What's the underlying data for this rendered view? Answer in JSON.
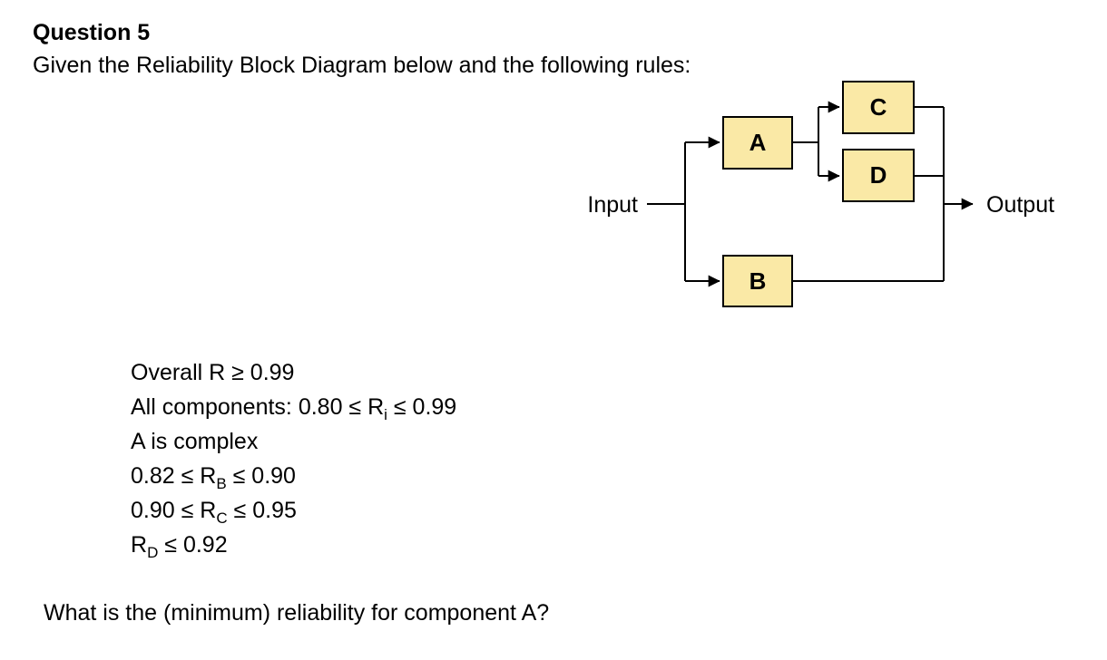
{
  "page": {
    "title": "Question 5",
    "intro": "Given the Reliability Block Diagram below and the following rules:",
    "question": "What is the (minimum) reliability for component A?"
  },
  "rules": [
    {
      "pre": "Overall R ≥ 0.99"
    },
    {
      "pre": "All components: 0.80 ≤ R",
      "sub": "i",
      "post": " ≤ 0.99"
    },
    {
      "pre": "A is complex"
    },
    {
      "pre": "0.82 ≤ R",
      "sub": "B",
      "post": " ≤ 0.90"
    },
    {
      "pre": "0.90 ≤ R",
      "sub": "C",
      "post": " ≤ 0.95"
    },
    {
      "pre": "R",
      "sub": "D",
      "post": " ≤ 0.92"
    }
  ],
  "diagram": {
    "input_label": "Input",
    "output_label": "Output",
    "box_fill": "#FAE9A6",
    "box_stroke": "#000000",
    "line_color": "#000000",
    "nodes": {
      "a": "A",
      "b": "B",
      "c": "C",
      "d": "D"
    }
  }
}
